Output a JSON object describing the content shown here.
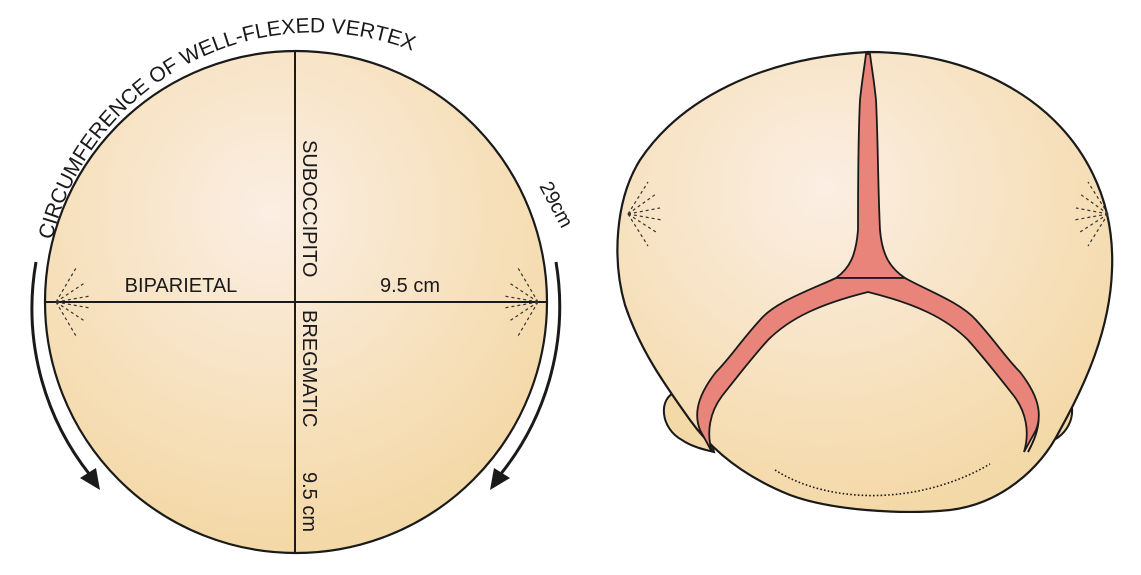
{
  "left_view": {
    "arc_label": "CIRCUMFERENCE OF WELL-FLEXED VERTEX",
    "circumference_value": "29cm",
    "horizontal_label": "BIPARIETAL",
    "horizontal_value": "9.5 cm",
    "vertical_label_top": "SUBOCCIPITO",
    "vertical_label_bottom": "BREGMATIC",
    "vertical_value": "9.5 cm"
  },
  "colors": {
    "skull_fill": "#f6dfb2",
    "skull_highlight": "#fbeee3",
    "suture_fill": "#e8847a",
    "outline": "#1a1a1a"
  }
}
